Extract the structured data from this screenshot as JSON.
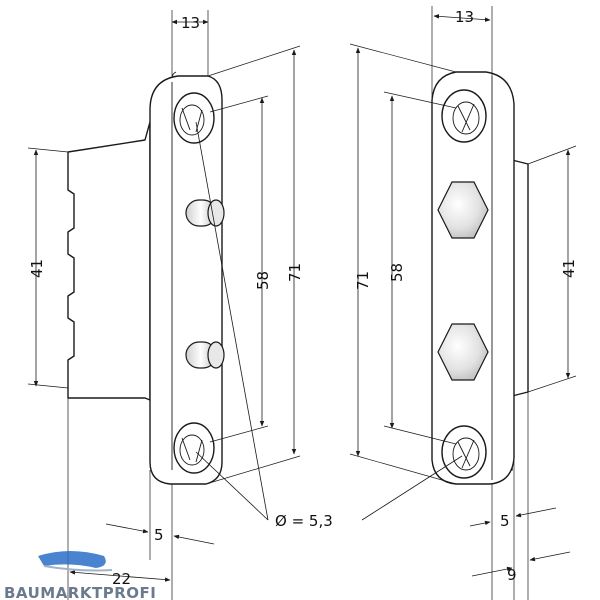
{
  "dimensions": {
    "left_top_width": "13",
    "right_top_width": "13",
    "left_height_41": "41",
    "left_height_58": "58",
    "left_height_71": "71",
    "right_height_71": "71",
    "right_height_58": "58",
    "right_height_41": "41",
    "hole_diameter": "Ø = 5,3",
    "left_offset_5": "5",
    "left_depth_22": "22",
    "right_offset_5": "5",
    "right_offset_9": "9"
  },
  "logo": {
    "text": "BAUMARKTPROFI",
    "color": "#6b7a8c",
    "accent": "#2a6fc9"
  }
}
